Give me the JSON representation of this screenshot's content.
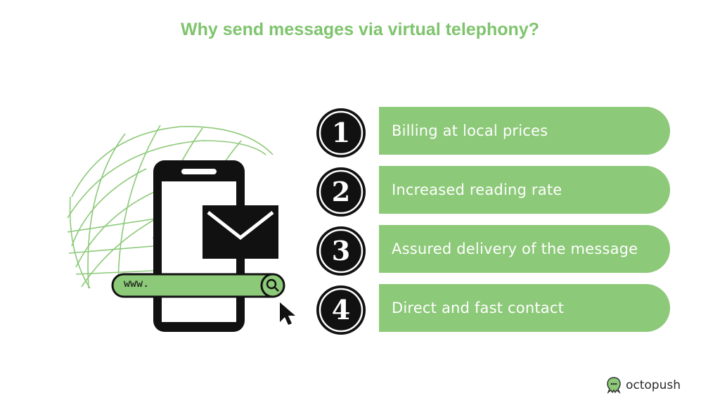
{
  "title": "Why send messages via virtual telephony?",
  "illustration": {
    "search_text": "www.",
    "icons": [
      "globe-icon",
      "smartphone-icon",
      "envelope-icon",
      "search-icon",
      "cursor-icon"
    ]
  },
  "steps": [
    {
      "number": "1",
      "label": "Billing at local prices"
    },
    {
      "number": "2",
      "label": "Increased reading rate"
    },
    {
      "number": "3",
      "label": "Assured delivery of the message"
    },
    {
      "number": "4",
      "label": "Direct and fast contact"
    }
  ],
  "logo": {
    "text": "octopush"
  },
  "colors": {
    "accent": "#8cc978",
    "title": "#7ec46d",
    "dark": "#111111"
  }
}
